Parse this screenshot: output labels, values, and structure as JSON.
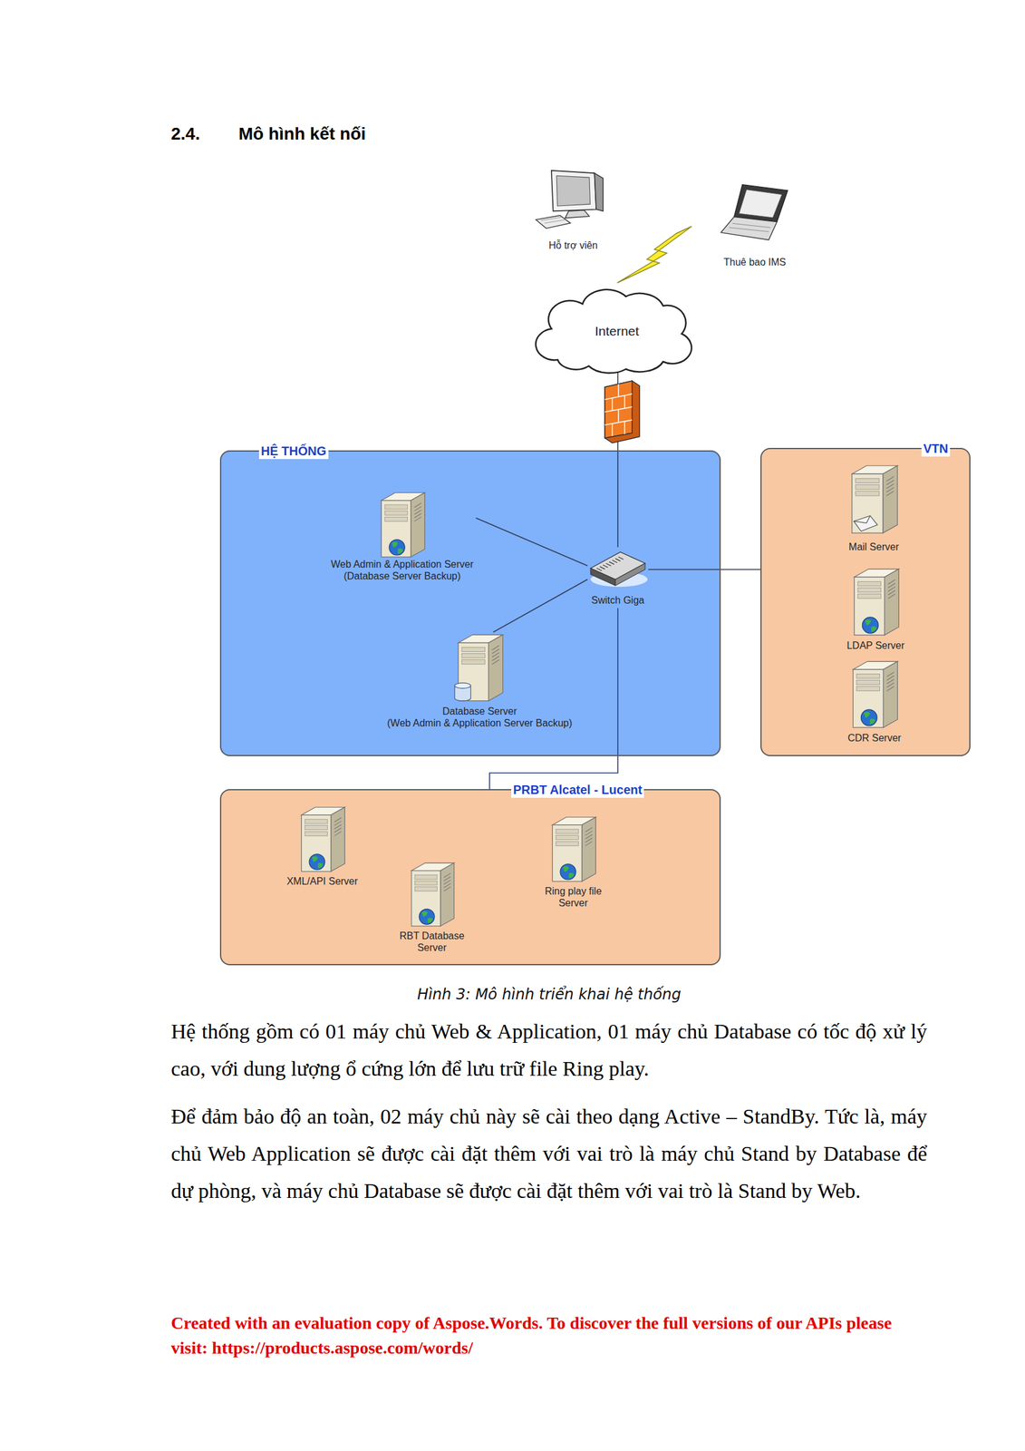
{
  "diagram": {
    "title": "Mô hình kết nối",
    "caption": "Hình 3: Mô hình triển khai hệ thống",
    "nodes": [
      {
        "text": [
          "Hỗ trợ viên"
        ]
      },
      {
        "text": [
          "Thuê bao IMS"
        ]
      },
      {
        "text": [
          "Internet"
        ]
      },
      {
        "text": [
          "HỆ THỐNG"
        ]
      },
      {
        "text": [
          "Web Admin & Application Server",
          "(Database Server Backup)"
        ],
        "in": 3
      },
      {
        "text": [
          "Switch Giga"
        ],
        "in": 3
      },
      {
        "text": [
          "Database Server",
          "(Web Admin & Application Server Backup)"
        ],
        "in": 3
      },
      {
        "text": [
          "VTN"
        ]
      },
      {
        "text": [
          "Mail Server"
        ],
        "in": 7
      },
      {
        "text": [
          "LDAP Server"
        ],
        "in": 7
      },
      {
        "text": [
          "CDR Server"
        ],
        "in": 7
      },
      {
        "text": [
          "PRBT Alcatel - Lucent"
        ]
      },
      {
        "text": [
          "XML/API Server"
        ],
        "in": 11
      },
      {
        "text": [
          "RBT Database Server"
        ],
        "in": 11
      },
      {
        "text": [
          "Ring play file Server"
        ],
        "in": 11
      }
    ],
    "edges": [
      {
        "from": 2,
        "to": 5,
        "arrow": "none"
      },
      {
        "from": 4,
        "to": 5,
        "arrow": "none"
      },
      {
        "from": 6,
        "to": 5,
        "arrow": "none"
      },
      {
        "from": 5,
        "to": 7,
        "arrow": "none"
      },
      {
        "from": 5,
        "to": 11,
        "arrow": "none"
      }
    ],
    "labels": [
      "2.4.",
      "Hệ thống gồm có 01 máy chủ Web & Application, 01 máy chủ Database có tốc độ xử lý cao, với dung lượng ổ cứng lớn để lưu trữ file Ring play.",
      "Để đảm bảo độ an toàn, 02 máy chủ này sẽ cài theo dạng Active – StandBy. Tức là, máy chủ Web Application sẽ được cài đặt thêm với vai trò là máy chủ Stand by Database để dự phòng, và máy chủ Database sẽ được cài đặt thêm với vai trò là Stand by Web.",
      "Created with an evaluation copy of Aspose.Words. To discover the full versions of our APIs please visit: https://products.aspose.com/words/"
    ]
  }
}
